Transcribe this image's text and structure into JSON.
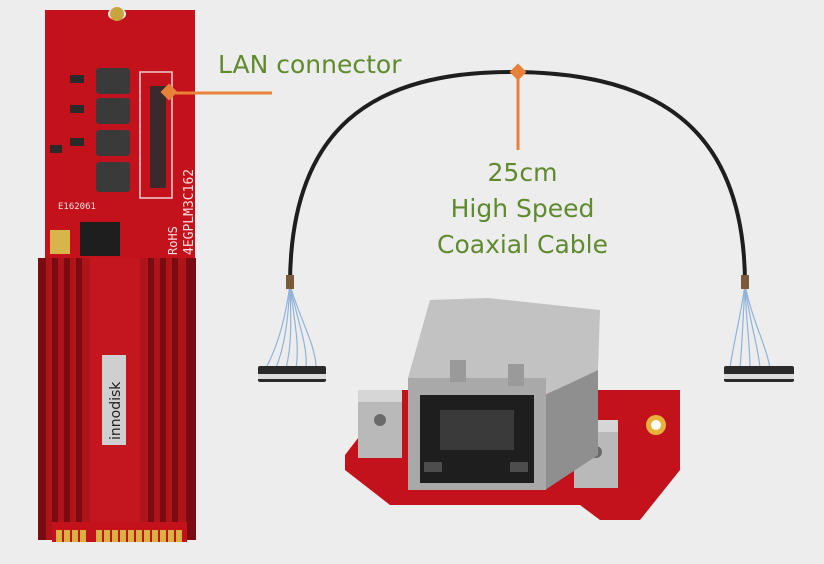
{
  "annotations": {
    "lan_connector": "LAN connector",
    "cable_length": "25cm",
    "cable_type_line1": "High Speed",
    "cable_type_line2": "Coaxial Cable"
  },
  "board_markings": {
    "brand": "innodisk",
    "model": "4EGPLM3C162",
    "rohs": "RoHS",
    "cert": "E162061"
  },
  "colors": {
    "background": "#ededed",
    "label_green": "#5f8a2e",
    "callout_orange": "#e8823a",
    "pcb_red": "#c4121c",
    "heatsink_red": "#b0141b",
    "cable_black": "#1e1e1e",
    "wire_blue": "#8fb3d9",
    "jack_silver": "#a9a9a9"
  }
}
